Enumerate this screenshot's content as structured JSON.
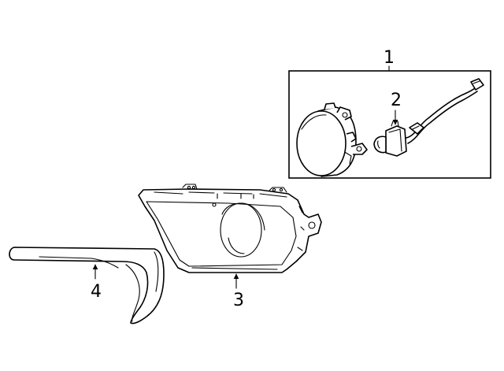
{
  "callouts": {
    "c1": "1",
    "c2": "2",
    "c3": "3",
    "c4": "4"
  },
  "colors": {
    "line": "#000000",
    "background": "#ffffff"
  }
}
